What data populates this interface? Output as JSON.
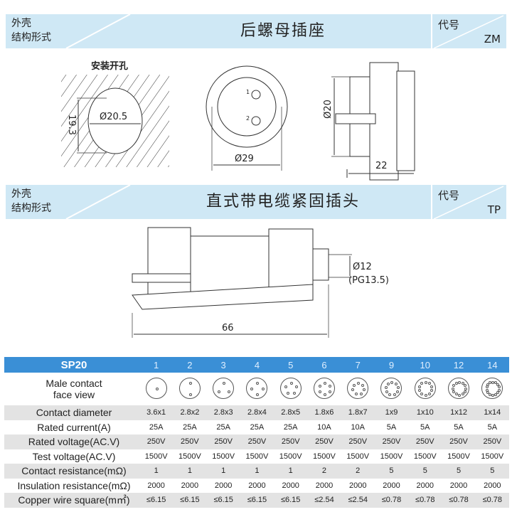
{
  "section1": {
    "left_top": "外壳",
    "left_bottom": "结构形式",
    "title": "后螺母插座",
    "code_label": "代号",
    "code_value": "ZM",
    "drawing": {
      "hole_title": "安装开孔",
      "hole_diameter": "Ø20.5",
      "hole_height": "19.3",
      "face_diameter": "Ø29",
      "pin1": "1",
      "pin2": "2",
      "thread_diameter": "Ø20",
      "length": "22"
    }
  },
  "section2": {
    "left_top": "外壳",
    "left_bottom": "结构形式",
    "title": "直式带电缆紧固插头",
    "code_label": "代号",
    "code_value": "TP",
    "drawing": {
      "cable_diameter": "Ø12",
      "gland": "(PG13.5)",
      "length": "66"
    }
  },
  "table": {
    "model": "SP20",
    "columns": [
      "1",
      "2",
      "3",
      "4",
      "5",
      "6",
      "7",
      "9",
      "10",
      "12",
      "14"
    ],
    "face_view_label_1": "Male contact",
    "face_view_label_2": "face view",
    "rows": [
      {
        "label": "Contact diameter",
        "values": [
          "3.6x1",
          "2.8x2",
          "2.8x3",
          "2.8x4",
          "2.8x5",
          "1.8x6",
          "1.8x7",
          "1x9",
          "1x10",
          "1x12",
          "1x14"
        ]
      },
      {
        "label": "Rated current(A)",
        "values": [
          "25A",
          "25A",
          "25A",
          "25A",
          "25A",
          "10A",
          "10A",
          "5A",
          "5A",
          "5A",
          "5A"
        ]
      },
      {
        "label": "Rated voltage(AC.V)",
        "values": [
          "250V",
          "250V",
          "250V",
          "250V",
          "250V",
          "250V",
          "250V",
          "250V",
          "250V",
          "250V",
          "250V"
        ]
      },
      {
        "label": "Test voltage(AC.V)",
        "values": [
          "1500V",
          "1500V",
          "1500V",
          "1500V",
          "1500V",
          "1500V",
          "1500V",
          "1500V",
          "1500V",
          "1500V",
          "1500V"
        ]
      },
      {
        "label": "Contact resistance(mΩ)",
        "values": [
          "1",
          "1",
          "1",
          "1",
          "1",
          "2",
          "2",
          "5",
          "5",
          "5",
          "5"
        ]
      },
      {
        "label": "Insulation resistance(mΩ)",
        "values": [
          "2000",
          "2000",
          "2000",
          "2000",
          "2000",
          "2000",
          "2000",
          "2000",
          "2000",
          "2000",
          "2000"
        ]
      },
      {
        "label": "Copper wire square(m㎡)",
        "values": [
          "≤6.15",
          "≤6.15",
          "≤6.15",
          "≤6.15",
          "≤6.15",
          "≤2.54",
          "≤2.54",
          "≤0.78",
          "≤0.78",
          "≤0.78",
          "≤0.78"
        ]
      }
    ]
  }
}
